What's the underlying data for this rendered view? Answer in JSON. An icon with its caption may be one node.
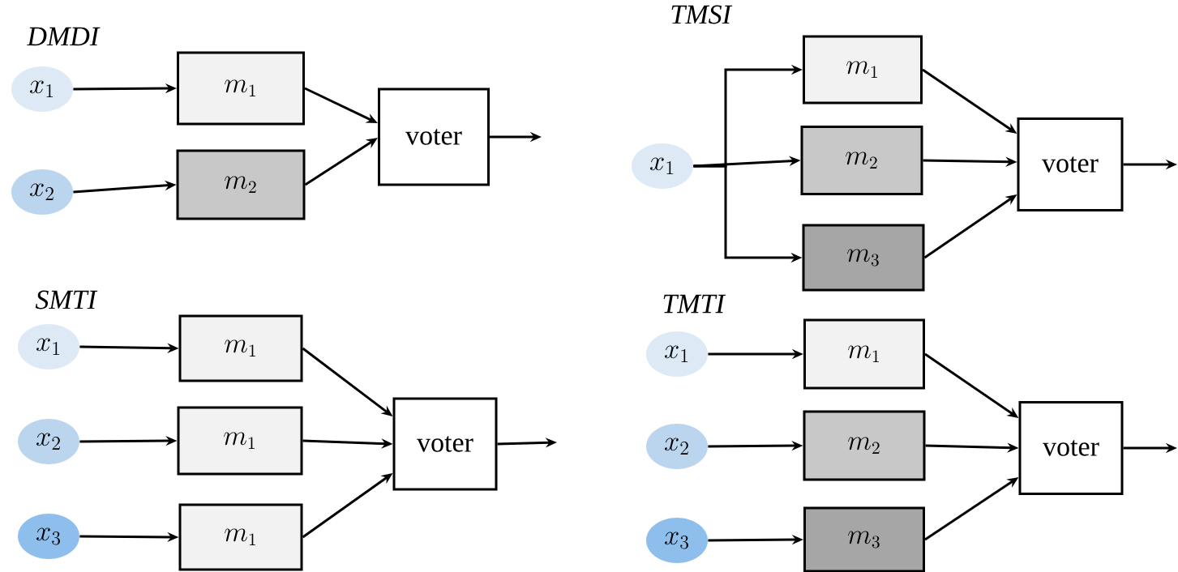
{
  "diagram": {
    "nodes": [
      {
        "text": [
          "x_1"
        ]
      },
      {
        "text": [
          "x_2"
        ]
      },
      {
        "text": [
          "m_1"
        ]
      },
      {
        "text": [
          "m_2"
        ]
      },
      {
        "text": [
          "voter"
        ]
      },
      {
        "text": [
          "x_1"
        ]
      },
      {
        "text": [
          "m_1"
        ]
      },
      {
        "text": [
          "m_2"
        ]
      },
      {
        "text": [
          "m_3"
        ]
      },
      {
        "text": [
          "voter"
        ]
      },
      {
        "text": [
          "x_1"
        ]
      },
      {
        "text": [
          "x_2"
        ]
      },
      {
        "text": [
          "x_3"
        ]
      },
      {
        "text": [
          "m_1"
        ]
      },
      {
        "text": [
          "m_1"
        ]
      },
      {
        "text": [
          "m_1"
        ]
      },
      {
        "text": [
          "voter"
        ]
      },
      {
        "text": [
          "x_1"
        ]
      },
      {
        "text": [
          "x_2"
        ]
      },
      {
        "text": [
          "x_3"
        ]
      },
      {
        "text": [
          "m_1"
        ]
      },
      {
        "text": [
          "m_2"
        ]
      },
      {
        "text": [
          "m_3"
        ]
      },
      {
        "text": [
          "voter"
        ]
      }
    ],
    "edges": [
      {
        "from": 0,
        "to": 2,
        "arrow": "to"
      },
      {
        "from": 1,
        "to": 3,
        "arrow": "to"
      },
      {
        "from": 2,
        "to": 4,
        "arrow": "to"
      },
      {
        "from": 3,
        "to": 4,
        "arrow": "to"
      },
      {
        "from": 4,
        "to": null,
        "arrow": "to"
      },
      {
        "from": 5,
        "to": 6,
        "arrow": "to"
      },
      {
        "from": 5,
        "to": 7,
        "arrow": "to"
      },
      {
        "from": 5,
        "to": 8,
        "arrow": "to"
      },
      {
        "from": 6,
        "to": 9,
        "arrow": "to"
      },
      {
        "from": 7,
        "to": 9,
        "arrow": "to"
      },
      {
        "from": 8,
        "to": 9,
        "arrow": "to"
      },
      {
        "from": 9,
        "to": null,
        "arrow": "to"
      },
      {
        "from": 10,
        "to": 13,
        "arrow": "to"
      },
      {
        "from": 11,
        "to": 14,
        "arrow": "to"
      },
      {
        "from": 12,
        "to": 15,
        "arrow": "to"
      },
      {
        "from": 13,
        "to": 16,
        "arrow": "to"
      },
      {
        "from": 14,
        "to": 16,
        "arrow": "to"
      },
      {
        "from": 15,
        "to": 16,
        "arrow": "to"
      },
      {
        "from": 16,
        "to": null,
        "arrow": "to"
      },
      {
        "from": 17,
        "to": 20,
        "arrow": "to"
      },
      {
        "from": 18,
        "to": 21,
        "arrow": "to"
      },
      {
        "from": 19,
        "to": 22,
        "arrow": "to"
      },
      {
        "from": 20,
        "to": 23,
        "arrow": "to"
      },
      {
        "from": 21,
        "to": 23,
        "arrow": "to"
      },
      {
        "from": 22,
        "to": 23,
        "arrow": "to"
      },
      {
        "from": 23,
        "to": null,
        "arrow": "to"
      }
    ],
    "labels": [
      "DMDI",
      "TMSI",
      "SMTI",
      "TMTI"
    ]
  }
}
